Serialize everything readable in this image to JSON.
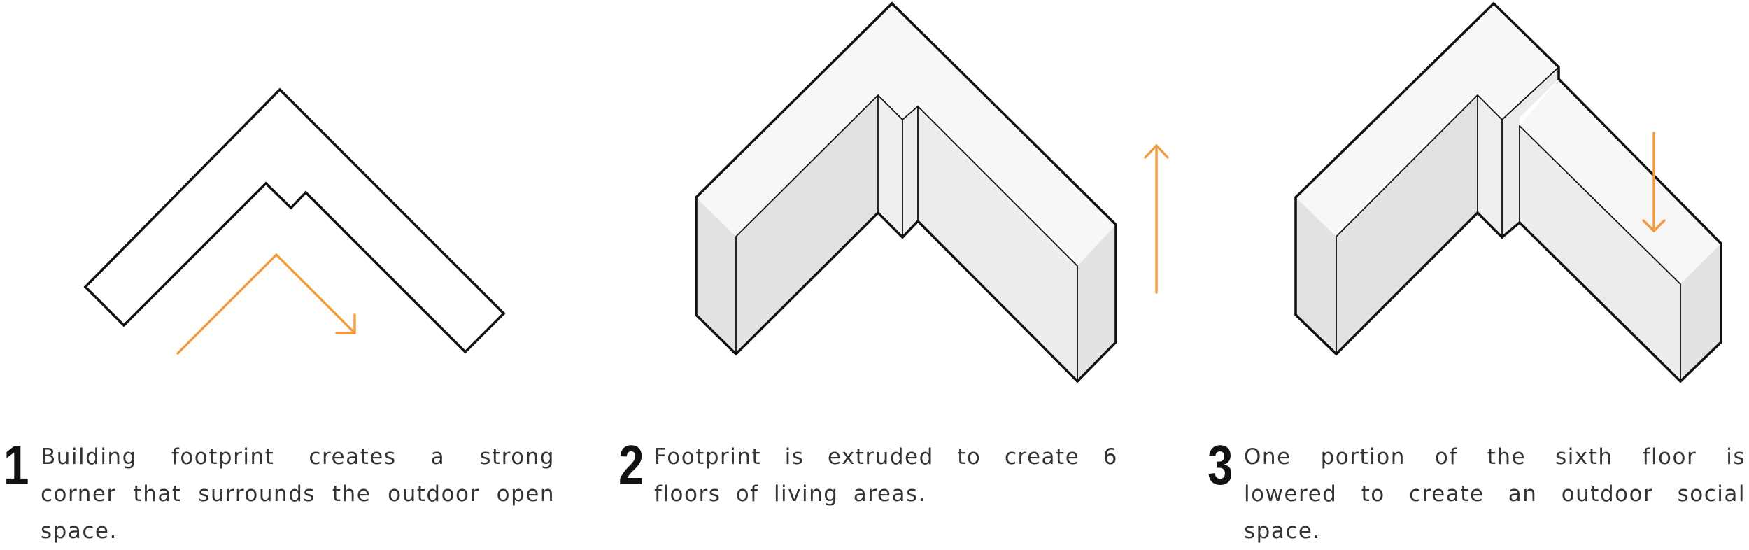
{
  "steps": [
    {
      "number": "1",
      "text": "Building footprint creates a strong corner that surrounds the outdoor open space."
    },
    {
      "number": "2",
      "text": "Footprint is extruded to create 6 floors of living areas."
    },
    {
      "number": "3",
      "text": "One portion of the sixth floor is lowered to create an outdoor social space."
    }
  ],
  "colors": {
    "accent_arrow": "#f39a3c",
    "outline": "#111111",
    "top_face": "#f7f7f7",
    "side_face": "#e2e2e2",
    "text": "#333333",
    "background": "#ffffff"
  },
  "icons": {
    "step1_arrow": "orange-corner-arrow-icon",
    "step2_arrow": "orange-up-arrow-icon",
    "step3_arrow": "orange-down-arrow-icon"
  }
}
